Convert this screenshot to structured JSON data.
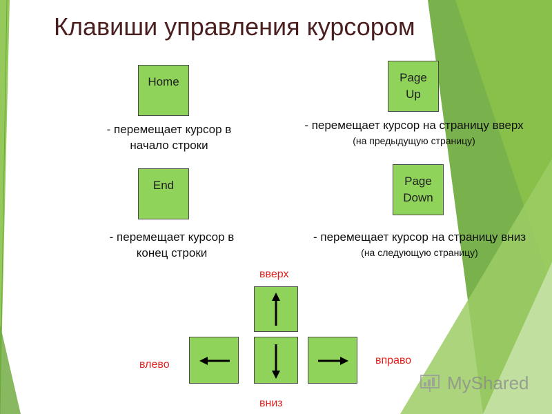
{
  "title": "Клавиши управления курсором",
  "keys": {
    "home": {
      "label": "Home",
      "desc": [
        "- перемещает курсор в",
        "начало строки"
      ]
    },
    "end": {
      "label": "End",
      "desc": [
        "- перемещает курсор в",
        "конец строки"
      ]
    },
    "page_up": {
      "label": [
        "Page",
        "Up"
      ],
      "desc": "- перемещает курсор на страницу вверх",
      "note": "(на предыдущую страницу)"
    },
    "page_down": {
      "label": [
        "Page",
        "Down"
      ],
      "desc": "- перемещает курсор на страницу вниз",
      "note": "(на следующую страницу)"
    }
  },
  "arrows": {
    "up": "вверх",
    "down": "вниз",
    "left": "влево",
    "right": "вправо"
  },
  "colors": {
    "key_fill": "#8fd35a",
    "title": "#4a1f1f",
    "direction_text": "#e0201c"
  },
  "watermark": "MyShared"
}
